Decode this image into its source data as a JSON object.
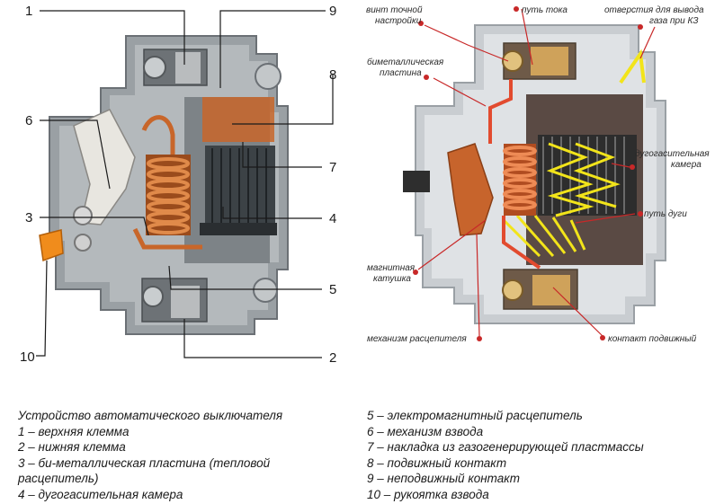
{
  "left_diagram": {
    "callouts": [
      "1",
      "9",
      "8",
      "6",
      "7",
      "3",
      "4",
      "5",
      "10",
      "2"
    ]
  },
  "right_diagram": {
    "labels": {
      "screw": "винт точной\nнастройки",
      "current_path": "путь тока",
      "gas_holes": "отверстия для вывода\nгаза при КЗ",
      "bimetal": "биметаллическая\nпластина",
      "arc_chamber": "дугогасительная\nкамера",
      "arc_path": "путь дуги",
      "coil": "магнитная\nкатушка",
      "release": "механизм расцепителя",
      "moving_contact": "контакт подвижный"
    }
  },
  "legend": {
    "title": "Устройство автоматического выключателя",
    "left_items": [
      "1 – верхняя клемма",
      "2 – нижняя клемма",
      "3 – би-металлическая пластина (тепловой расцепитель)",
      "4 – дугогасительная камера"
    ],
    "right_items": [
      "5 – электромагнитный расцепитель",
      "6 – механизм взвода",
      "7 – накладка из газогенерирующей пластмассы",
      "8 – подвижный контакт",
      "9 – неподвижный контакт",
      "10 – рукоятка взвода"
    ]
  },
  "colors": {
    "housing_gray": "#8f9498",
    "copper": "#c8662a",
    "label_red": "#c82828",
    "arc_yellow": "#f2e41a"
  }
}
